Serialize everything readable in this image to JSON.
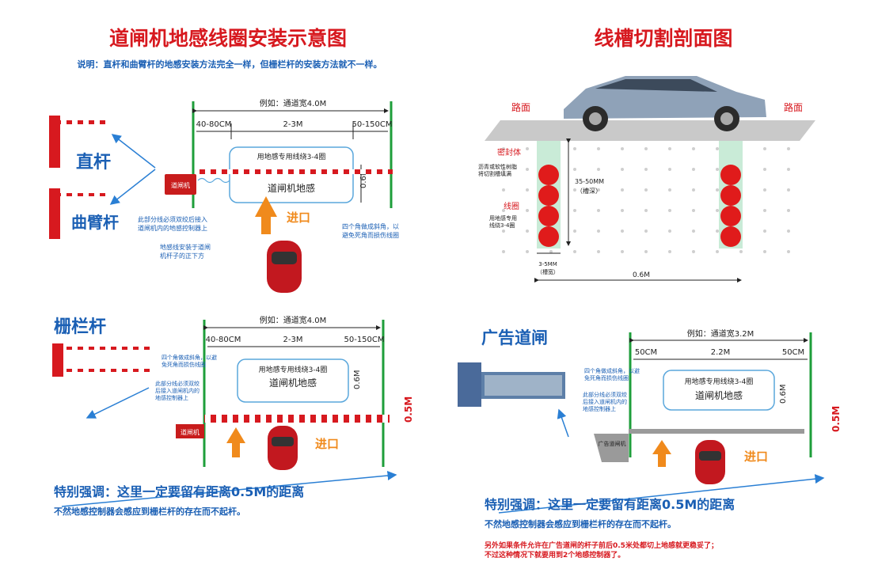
{
  "left_top": {
    "title": "道闸机地感线圈安装示意图",
    "note": "说明：直杆和曲臂杆的地感安装方法完全一样，但栅栏杆的安装方法就不一样。",
    "width_example": "例如：通道宽4.0M",
    "dim_left": "40-80CM",
    "dim_mid": "2-3M",
    "dim_right": "50-150CM",
    "coil_spec": "用地感专用线绕3-4圈",
    "coil_name": "道闸机地感",
    "dim_depth": "0.6M",
    "gate_label": "道闸机",
    "straight_pole": "直杆",
    "curved_pole": "曲臂杆",
    "entry": "进口",
    "wire_note_1": "此部分线必须双绞后接入",
    "wire_note_2": "道闸机内的地感控制器上",
    "install_note_1": "地感线安装于道闸",
    "install_note_2": "机杆子的正下方",
    "corner_note_1": "四个角做成斜角，以",
    "corner_note_2": "避免死角而损伤线圈"
  },
  "right_top": {
    "title": "线槽切割剖面图",
    "road_left": "路面",
    "road_right": "路面",
    "sealant": "密封体",
    "sealant_desc_1": "沥青或软性树脂",
    "sealant_desc_2": "将切割槽填满",
    "coil": "线圈",
    "coil_desc_1": "用地感专用",
    "coil_desc_2": "线绕3-4圈",
    "depth_1": "35-50MM",
    "depth_2": "（槽深）",
    "width_1": "3-5MM",
    "width_2": "（槽宽）",
    "spacing": "0.6M"
  },
  "left_bottom": {
    "title": "栅栏杆",
    "width_example": "例如：通道宽4.0M",
    "dim_left": "40-80CM",
    "dim_mid": "2-3M",
    "dim_right": "50-150CM",
    "coil_spec": "用地感专用线绕3-4圈",
    "coil_name": "道闸机地感",
    "dim_depth": "0.6M",
    "dim_gap": "0.5M",
    "gate_label": "道闸机",
    "entry": "进口",
    "corner_note_1": "四个角做成斜角，以避",
    "corner_note_2": "免死角而损伤线圈",
    "wire_note_1": "此部分线必须双绞",
    "wire_note_2": "后接入道闸机内的",
    "wire_note_3": "地感控制器上",
    "emphasis": "特别强调：这里一定要留有距离0.5M的距离",
    "emphasis_sub": "不然地感控制器会感应到栅栏杆的存在而不起杆。"
  },
  "right_bottom": {
    "title": "广告道闸",
    "width_example": "例如：通道宽3.2M",
    "dim_left": "50CM",
    "dim_mid": "2.2M",
    "dim_right": "50CM",
    "coil_spec": "用地感专用线绕3-4圈",
    "coil_name": "道闸机地感",
    "dim_depth": "0.6M",
    "dim_gap": "0.5M",
    "gate_label": "广告道闸机",
    "entry": "进口",
    "corner_note_1": "四个角做成斜角，以避",
    "corner_note_2": "免死角而损伤线圈",
    "wire_note_1": "此部分线必须双绞",
    "wire_note_2": "后接入道闸机内的",
    "wire_note_3": "地感控制器上",
    "emphasis": "特别强调：这里一定要留有距离0.5M的距离",
    "emphasis_sub": "不然地感控制器会感应到栅栏杆的存在而不起杆。",
    "footer_1": "另外如果条件允许在广告道闸的杆子前后0.5米处都切上地感就更稳妥了；",
    "footer_2": "不过这种情况下就要用到2个地感控制器了。"
  },
  "colors": {
    "red": "#d7191f",
    "blue": "#1a5fb4",
    "green": "#1e9e3a",
    "orange": "#f08a1c",
    "coil": "#5aa7dc"
  }
}
